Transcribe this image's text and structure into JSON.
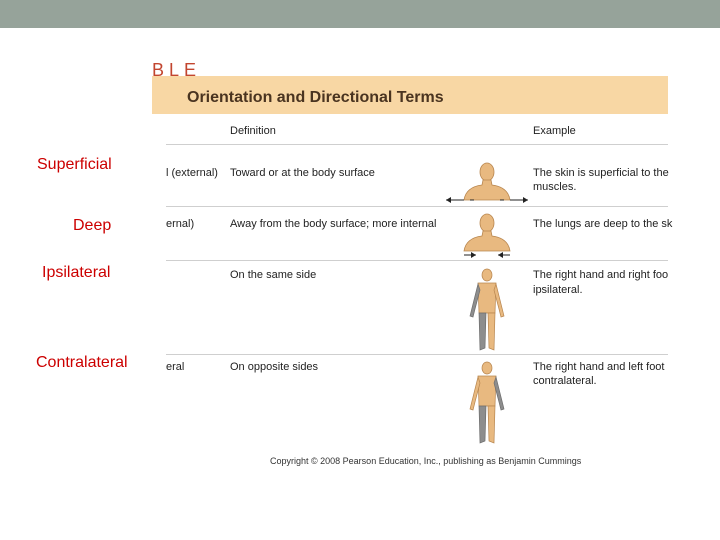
{
  "side_labels": {
    "superficial": "Superficial",
    "deep": "Deep",
    "ipsilateral": "Ipsilateral",
    "contralateral": "Contralateral"
  },
  "table": {
    "tag": "BLE",
    "title": "Orientation and Directional Terms",
    "col_definition": "Definition",
    "col_example": "Example",
    "rows": [
      {
        "term_fragment": "l (external)",
        "definition": "Toward or at the body surface",
        "example_line1": "The skin is superficial to the",
        "example_line2": "muscles."
      },
      {
        "term_fragment": "ernal)",
        "definition": "Away from the body surface; more internal",
        "example_line1": "The lungs are deep to the sk",
        "example_line2": ""
      },
      {
        "term_fragment": "",
        "definition": "On the same side",
        "example_line1": "The right hand and right foo",
        "example_line2": "ipsilateral."
      },
      {
        "term_fragment": "eral",
        "definition": "On opposite sides",
        "example_line1": "The right hand and left foot",
        "example_line2": "contralateral."
      }
    ],
    "copyright": "Copyright © 2008 Pearson Education, Inc., publishing as Benjamin Cummings"
  },
  "colors": {
    "top_bar": "#96a39a",
    "term_label": "#cc0000",
    "title_band": "#f8d7a4",
    "figure_skin": "#e8b980",
    "figure_grey": "#8d8d8d"
  }
}
